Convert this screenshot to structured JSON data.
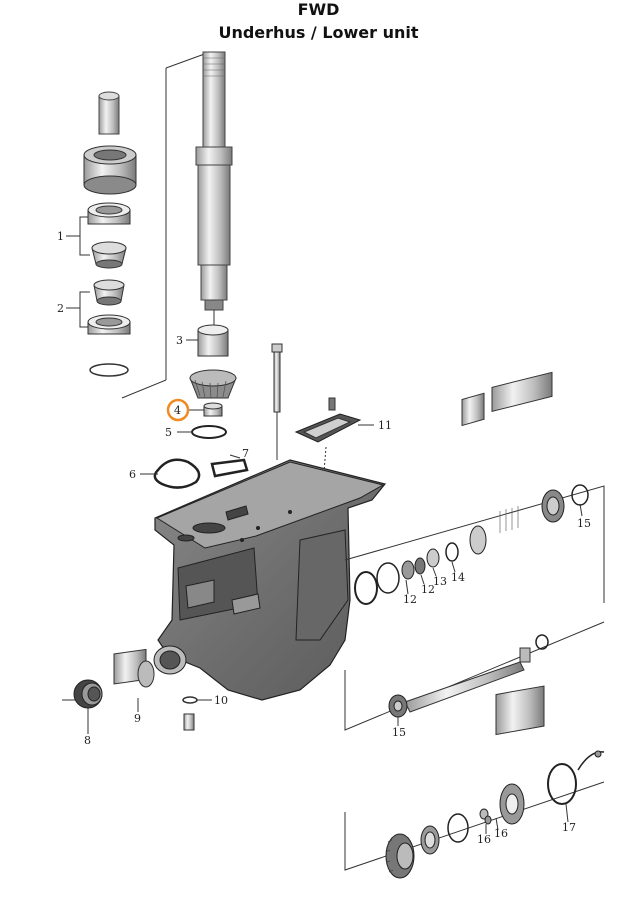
{
  "title": {
    "line1": "FWD",
    "line2": "Underhus / Lower unit"
  },
  "highlight_color": "#F08A24",
  "callouts": [
    {
      "id": "1",
      "text": "1"
    },
    {
      "id": "2",
      "text": "2"
    },
    {
      "id": "3",
      "text": "3"
    },
    {
      "id": "4",
      "text": "4",
      "highlighted": true
    },
    {
      "id": "5",
      "text": "5"
    },
    {
      "id": "6",
      "text": "6"
    },
    {
      "id": "7",
      "text": "7"
    },
    {
      "id": "8",
      "text": "8"
    },
    {
      "id": "9",
      "text": "9"
    },
    {
      "id": "10",
      "text": "10"
    },
    {
      "id": "11",
      "text": "11"
    },
    {
      "id": "12a",
      "text": "12"
    },
    {
      "id": "12b",
      "text": "12"
    },
    {
      "id": "13",
      "text": "13"
    },
    {
      "id": "14",
      "text": "14"
    },
    {
      "id": "15a",
      "text": "15"
    },
    {
      "id": "15b",
      "text": "15"
    },
    {
      "id": "16a",
      "text": "16"
    },
    {
      "id": "16b",
      "text": "16"
    },
    {
      "id": "17",
      "text": "17"
    }
  ]
}
